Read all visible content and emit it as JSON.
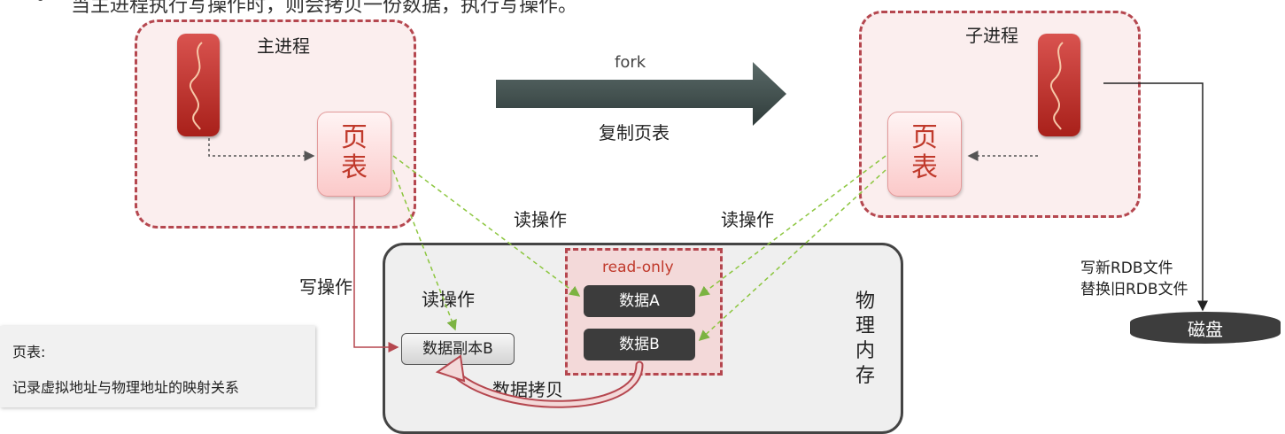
{
  "header_text": "当主进程执行写操作时，则会拷贝一份数据，执行写操作。",
  "main_process": {
    "title": "主进程",
    "page_table_chars": [
      "页",
      "表"
    ]
  },
  "child_process": {
    "title": "子进程",
    "page_table_chars": [
      "页",
      "表"
    ]
  },
  "fork": {
    "label": "fork",
    "sublabel": "复制页表"
  },
  "labels": {
    "read_left": "读操作",
    "read_right": "读操作",
    "write": "写操作",
    "read_inner": "读操作",
    "copy": "数据拷贝",
    "rdb_line1": "写新RDB文件",
    "rdb_line2": "替换旧RDB文件"
  },
  "memory": {
    "title_chars": [
      "物",
      "理",
      "内",
      "存"
    ],
    "readonly_label": "read-only",
    "data_a": "数据A",
    "data_b": "数据B",
    "copy_b": "数据副本B"
  },
  "disk_label": "磁盘",
  "legend": {
    "title": "页表:",
    "desc": "记录虚拟地址与物理地址的映射关系"
  },
  "colors": {
    "accent_red": "#b5474f",
    "green_arrow": "#8cc63f",
    "dark_chip": "#3c3c3c"
  }
}
